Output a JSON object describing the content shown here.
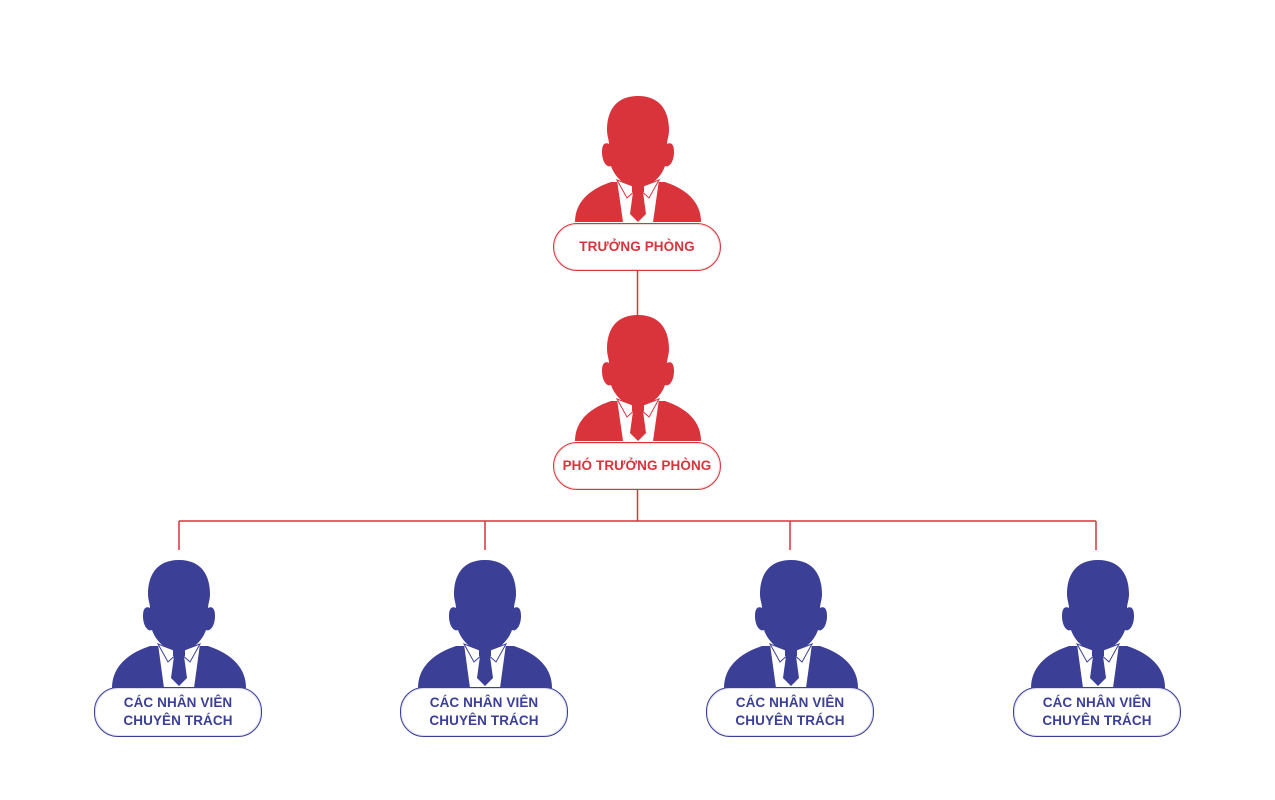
{
  "colors": {
    "manager": "#d9333b",
    "staff": "#3b3f96",
    "connector": "#d9333b"
  },
  "nodes": {
    "head": {
      "icon": "person-icon",
      "label": "TRƯỞNG PHÒNG"
    },
    "deputy": {
      "icon": "person-icon",
      "label": "PHÓ TRƯỞNG PHÒNG"
    },
    "staff": [
      {
        "icon": "person-icon",
        "line1": "CÁC NHÂN VIÊN",
        "line2": "CHUYÊN TRÁCH"
      },
      {
        "icon": "person-icon",
        "line1": "CÁC NHÂN VIÊN",
        "line2": "CHUYÊN TRÁCH"
      },
      {
        "icon": "person-icon",
        "line1": "CÁC NHÂN VIÊN",
        "line2": "CHUYÊN TRÁCH"
      },
      {
        "icon": "person-icon",
        "line1": "CÁC NHÂN VIÊN",
        "line2": "CHUYÊN TRÁCH"
      }
    ]
  }
}
